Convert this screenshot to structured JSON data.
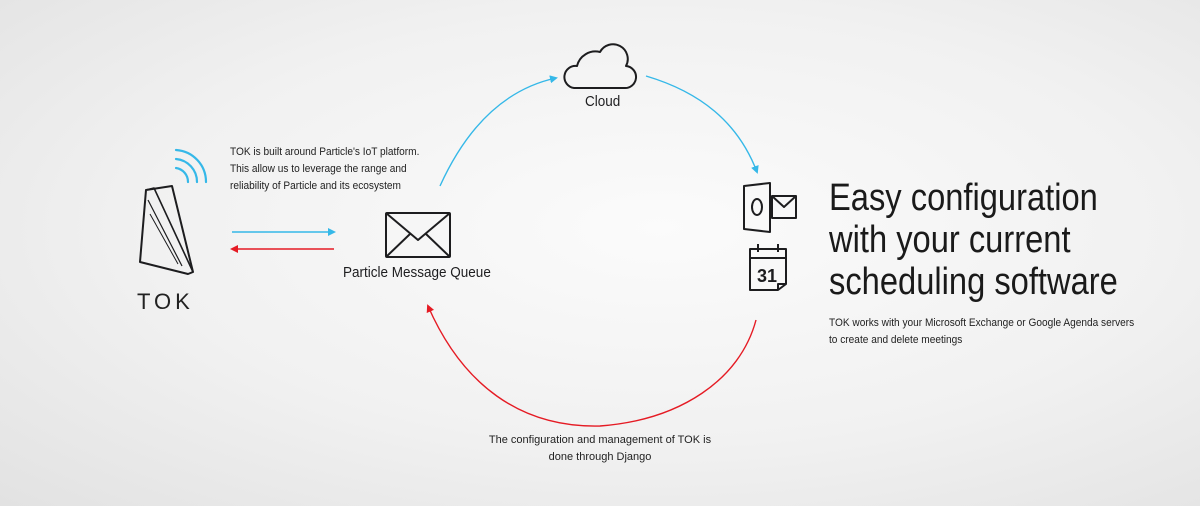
{
  "device": {
    "brand": "TOK",
    "description": [
      "TOK is built around Particle's IoT platform.",
      "This allow us to leverage the range and",
      "reliability of Particle and its ecosystem"
    ]
  },
  "queue": {
    "label": "Particle Message Queue"
  },
  "cloud": {
    "label": "Cloud"
  },
  "calendar": {
    "day": "31"
  },
  "django_note": [
    "The configuration and management of TOK is",
    "done through Django"
  ],
  "headline": {
    "lines": [
      "Easy configuration",
      "with your current",
      "scheduling software"
    ],
    "subtext": [
      "TOK works with your Microsoft Exchange or Google Agenda servers",
      "to create and delete meetings"
    ]
  },
  "colors": {
    "blue": "#35b8e8",
    "red": "#e51b24",
    "ink": "#1d1d1f"
  }
}
